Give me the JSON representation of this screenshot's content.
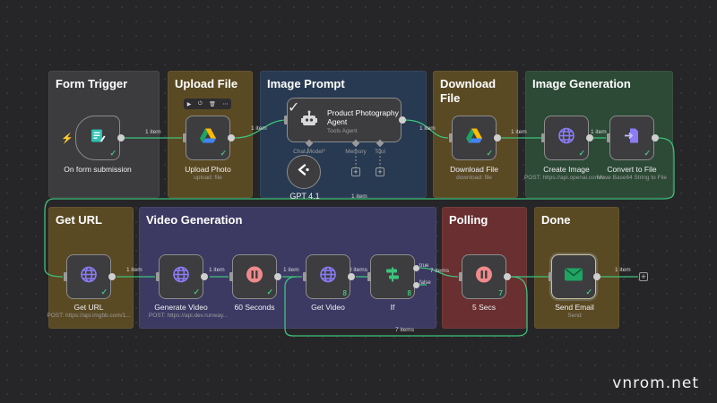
{
  "groups": {
    "form_trigger": "Form Trigger",
    "upload_file": "Upload File",
    "image_prompt": "Image Prompt",
    "download_file": "Download File",
    "image_generation": "Image Generation",
    "get_url": "Get URL",
    "video_generation": "Video Generation",
    "polling": "Polling",
    "done": "Done"
  },
  "nodes": {
    "form": {
      "label": "On form submission",
      "icon": "form-icon"
    },
    "upload": {
      "label": "Upload Photo",
      "sub": "upload: file",
      "icon": "google-drive-icon"
    },
    "agent": {
      "title": "Product Photography Agent",
      "sub": "Tools Agent",
      "icon": "robot-icon",
      "ports": [
        "Chat Model*",
        "Memory",
        "Tool"
      ]
    },
    "gpt": {
      "label": "GPT 4.1",
      "icon": "openai-icon"
    },
    "download": {
      "label": "Download File",
      "sub": "download: file",
      "icon": "google-drive-icon"
    },
    "create_image": {
      "label": "Create Image",
      "sub": "POST: https://api.openai.com/v...",
      "icon": "globe-icon"
    },
    "convert": {
      "label": "Convert to File",
      "sub": "Move Base64 String to File",
      "icon": "convert-icon"
    },
    "get_url": {
      "label": "Get URL",
      "sub": "POST: https://api.imgbb.com/1...",
      "icon": "globe-icon"
    },
    "gen_video": {
      "label": "Generate Video",
      "sub": "POST: https://api.dev.runway...",
      "icon": "globe-icon"
    },
    "sixty": {
      "label": "60 Seconds",
      "icon": "pause-icon"
    },
    "get_video": {
      "label": "Get Video",
      "icon": "globe-icon",
      "count": "8"
    },
    "if": {
      "label": "If",
      "icon": "if-icon",
      "count": "8",
      "true_label": "true",
      "false_label": "false"
    },
    "five": {
      "label": "5 Secs",
      "icon": "pause-icon",
      "count": "7"
    },
    "send_email": {
      "label": "Send Email",
      "sub": "Send",
      "icon": "mail-icon"
    }
  },
  "edges": {
    "e1": "1 item",
    "e2": "1 item",
    "e3": "1 item",
    "e4": "1 item",
    "e5": "1 item",
    "e6": "1 item",
    "e7": "1 item",
    "e8": "1 item",
    "e9": "1 item",
    "e10": "8 items",
    "e11": "7 items",
    "e12": "7 items",
    "e13": "1 item"
  },
  "check": "✓",
  "watermark": "vnrom.net",
  "colors": {
    "accent_green": "#3ec27a",
    "wire": "#3ec27a",
    "globe": "#8b7cf6",
    "pause": "#f08a8a",
    "mail": "#1fa463"
  }
}
